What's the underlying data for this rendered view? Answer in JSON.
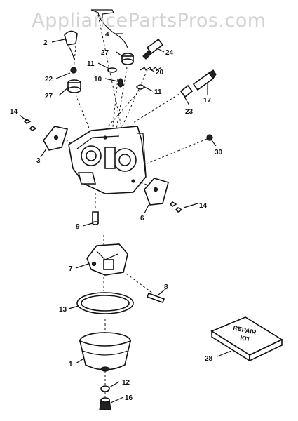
{
  "watermark": "AppliancePartsPros.com",
  "callouts": [
    {
      "id": "c2",
      "label": "2"
    },
    {
      "id": "c4",
      "label": "4"
    },
    {
      "id": "c27a",
      "label": "27"
    },
    {
      "id": "c24",
      "label": "24"
    },
    {
      "id": "c11a",
      "label": "11"
    },
    {
      "id": "c20",
      "label": "20"
    },
    {
      "id": "c22a",
      "label": "22"
    },
    {
      "id": "c10",
      "label": "10"
    },
    {
      "id": "c11b",
      "label": "11"
    },
    {
      "id": "c27b",
      "label": "27"
    },
    {
      "id": "c23",
      "label": "23"
    },
    {
      "id": "c17",
      "label": "17"
    },
    {
      "id": "c14a",
      "label": "14"
    },
    {
      "id": "c3",
      "label": "3"
    },
    {
      "id": "c30",
      "label": "30"
    },
    {
      "id": "c6",
      "label": "6"
    },
    {
      "id": "c14b",
      "label": "14"
    },
    {
      "id": "c9",
      "label": "9"
    },
    {
      "id": "c7",
      "label": "7"
    },
    {
      "id": "c8",
      "label": "8"
    },
    {
      "id": "c13",
      "label": "13"
    },
    {
      "id": "c28",
      "label": "28"
    },
    {
      "id": "c1",
      "label": "1"
    },
    {
      "id": "c12",
      "label": "12"
    },
    {
      "id": "c16",
      "label": "16"
    }
  ],
  "repair_kit": {
    "line1": "REPAIR",
    "line2": "KIT"
  }
}
